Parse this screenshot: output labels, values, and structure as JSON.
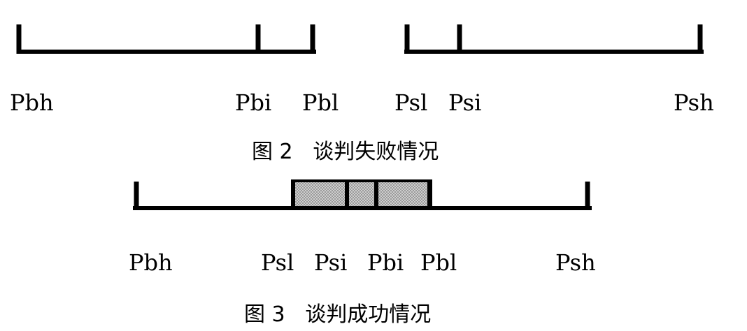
{
  "colors": {
    "ink": "#000000",
    "fill_overlap": "#a8a8a8"
  },
  "figure2": {
    "caption": "图 2   谈判失败情况",
    "buyer_labels": [
      "Pbh",
      "Pbi",
      "Pbl"
    ],
    "seller_labels": [
      "Psl",
      "Psi",
      "Psh"
    ]
  },
  "figure3": {
    "caption": "图 3   谈判成功情况",
    "labels": [
      "Pbh",
      "Psl",
      "Psi",
      "Pbi",
      "Pbl",
      "Psh"
    ]
  }
}
